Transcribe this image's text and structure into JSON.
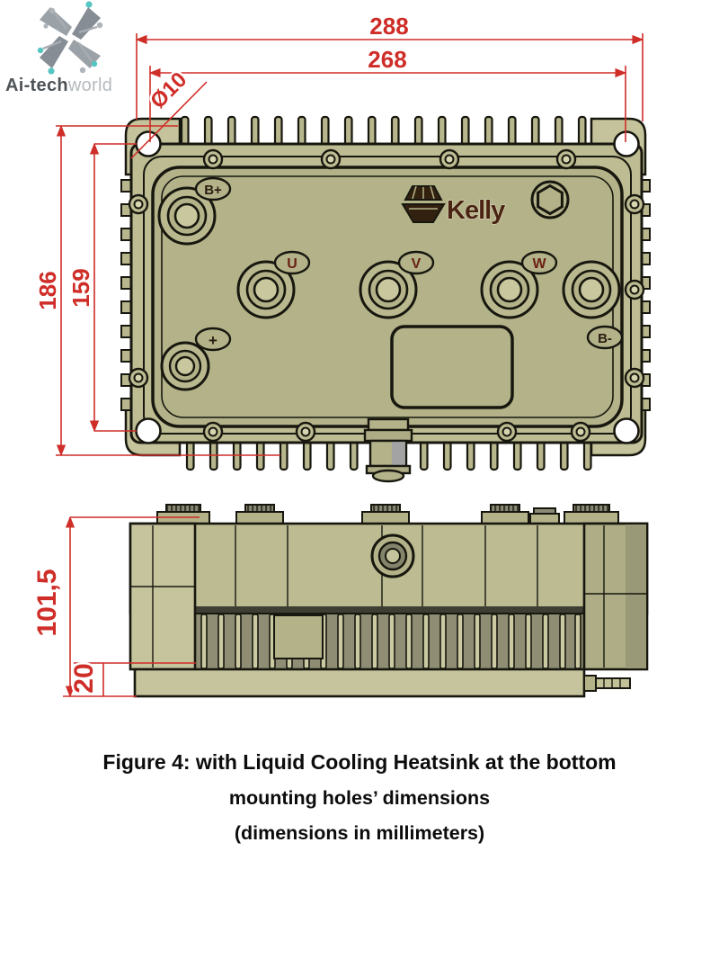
{
  "logo": {
    "brand_bold": "Ai-tech",
    "brand_light": "world"
  },
  "drawing": {
    "brand_label": "Kelly",
    "dimensions": {
      "overall_width": "288",
      "hole_spacing_width": "268",
      "hole_diameter": "Ø10",
      "overall_height": "186",
      "hole_spacing_height": "159",
      "side_height": "101,5",
      "plate_height": "20"
    },
    "terminals": {
      "b_plus": "B+",
      "u": "U",
      "v": "V",
      "w": "W",
      "b_minus": "B-",
      "plus": "+"
    }
  },
  "caption": {
    "line1": "Figure 4: with Liquid Cooling Heatsink at the bottom",
    "line2": "mounting holes’ dimensions",
    "line3": "(dimensions in millimeters)"
  },
  "colors": {
    "dimension_red": "#cf2d28",
    "body_olive": "#bdbc92",
    "outline": "#17170f",
    "brand_maroon": "#4a2313",
    "logo_teal": "#55c6c2"
  }
}
